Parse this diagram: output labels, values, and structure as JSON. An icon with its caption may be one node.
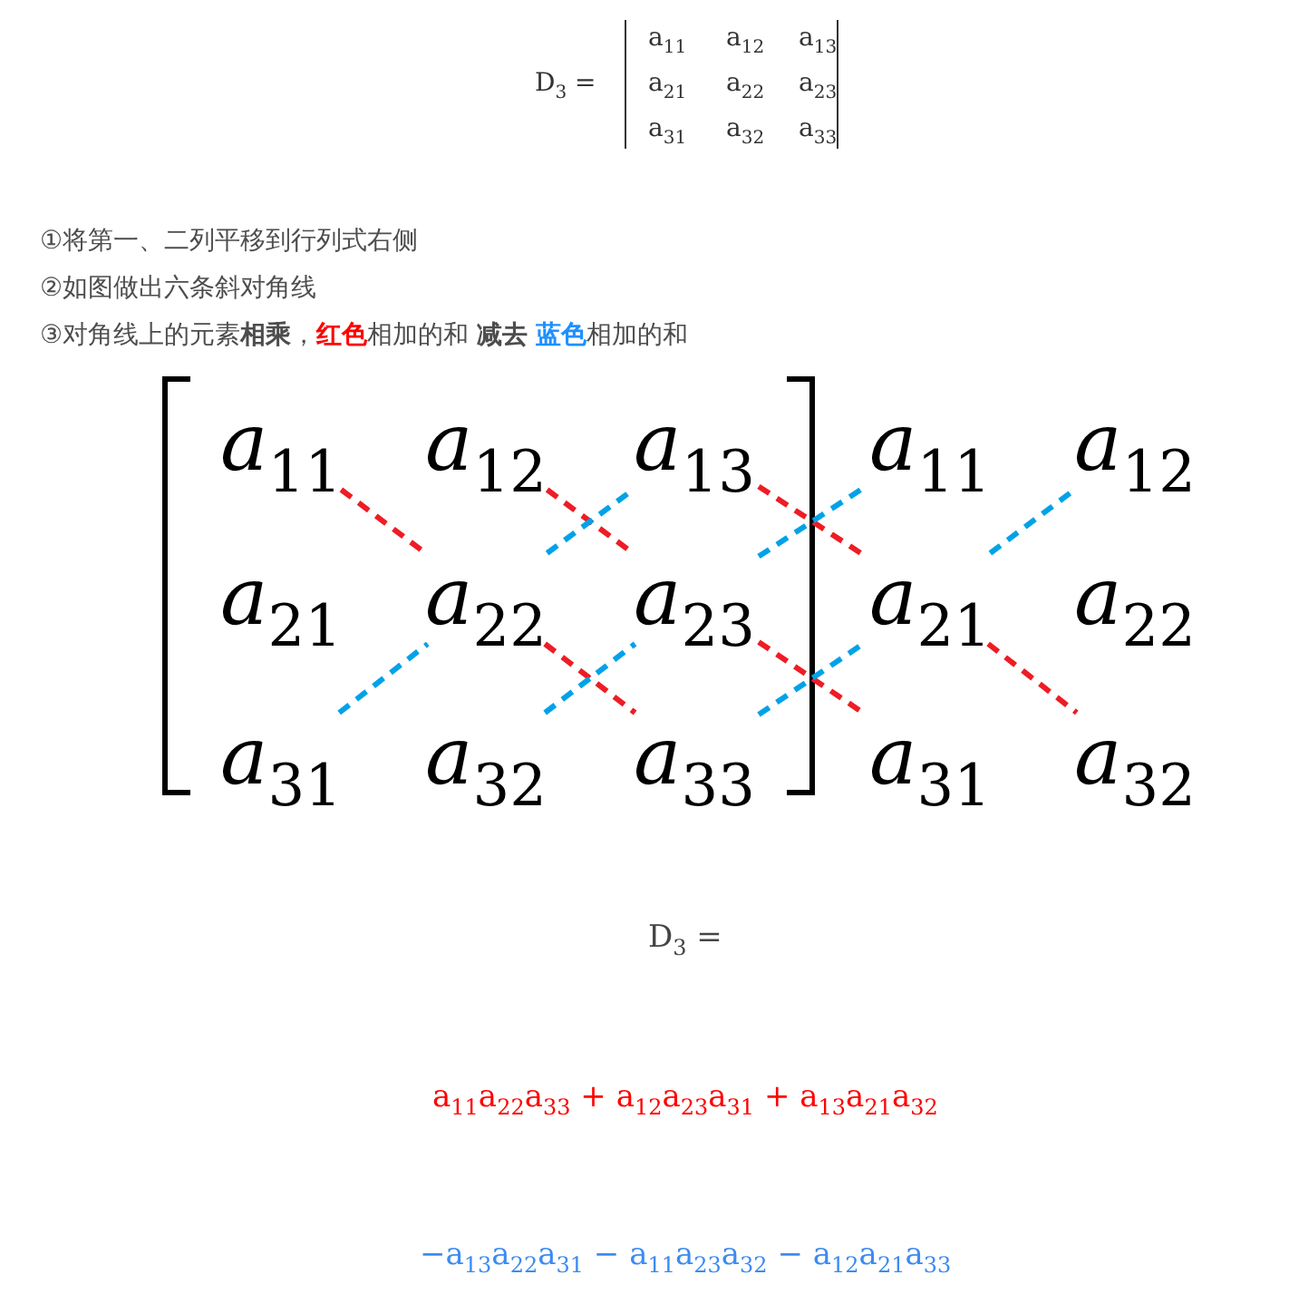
{
  "diagram": {
    "nodes": [
      {
        "text": [
          "a$_{11}$"
        ]
      },
      {
        "text": [
          "a$_{12}$"
        ]
      },
      {
        "text": [
          "a$_{13}$"
        ]
      },
      {
        "text": [
          "a$_{11}$"
        ]
      },
      {
        "text": [
          "a$_{12}$"
        ]
      },
      {
        "text": [
          "a$_{21}$"
        ]
      },
      {
        "text": [
          "a$_{22}$"
        ]
      },
      {
        "text": [
          "a$_{23}$"
        ]
      },
      {
        "text": [
          "a$_{21}$"
        ]
      },
      {
        "text": [
          "a$_{22}$"
        ]
      },
      {
        "text": [
          "a$_{31}$"
        ]
      },
      {
        "text": [
          "a$_{32}$"
        ]
      },
      {
        "text": [
          "a$_{33}$"
        ]
      },
      {
        "text": [
          "a$_{31}$"
        ]
      },
      {
        "text": [
          "a$_{32}$"
        ]
      }
    ],
    "edges": [
      {
        "from": 0,
        "to": 6,
        "arrow": "none",
        "style": "dashed",
        "color": "#ee1c25"
      },
      {
        "from": 6,
        "to": 12,
        "arrow": "none",
        "style": "dashed",
        "color": "#ee1c25"
      },
      {
        "from": 1,
        "to": 7,
        "arrow": "none",
        "style": "dashed",
        "color": "#ee1c25"
      },
      {
        "from": 7,
        "to": 13,
        "arrow": "none",
        "style": "dashed",
        "color": "#ee1c25"
      },
      {
        "from": 2,
        "to": 8,
        "arrow": "none",
        "style": "dashed",
        "color": "#ee1c25"
      },
      {
        "from": 8,
        "to": 14,
        "arrow": "none",
        "style": "dashed",
        "color": "#ee1c25"
      },
      {
        "from": 10,
        "to": 6,
        "arrow": "none",
        "style": "dashed",
        "color": "#00a2e8"
      },
      {
        "from": 6,
        "to": 2,
        "arrow": "none",
        "style": "dashed",
        "color": "#00a2e8"
      },
      {
        "from": 11,
        "to": 7,
        "arrow": "none",
        "style": "dashed",
        "color": "#00a2e8"
      },
      {
        "from": 7,
        "to": 3,
        "arrow": "none",
        "style": "dashed",
        "color": "#00a2e8"
      },
      {
        "from": 12,
        "to": 8,
        "arrow": "none",
        "style": "dashed",
        "color": "#00a2e8"
      },
      {
        "from": 8,
        "to": 4,
        "arrow": "none",
        "style": "dashed",
        "color": "#00a2e8"
      }
    ],
    "labels": [
      "D$_{3}$ =",
      "a$_{11}$",
      "a$_{12}$",
      "a$_{13}$",
      "a$_{21}$",
      "a$_{22}$",
      "a$_{23}$",
      "a$_{31}$",
      "a$_{32}$",
      "a$_{33}$",
      "①将第一、二列平移到行列式右侧",
      "②如图做出六条斜对角线",
      "③对角线上的元素**相乘**，**红色**相加的和 **减去** **蓝色**相加的和",
      "D$_{3}$ =",
      "a$_{11}$a$_{22}$a$_{33}$ + a$_{12}$a$_{23}$a$_{31}$ + a$_{13}$a$_{21}$a$_{32}$",
      "−a$_{13}$a$_{22}$a$_{31}$ − a$_{11}$a$_{23}$a$_{32}$ − a$_{12}$a$_{21}$a$_{33}$"
    ]
  }
}
